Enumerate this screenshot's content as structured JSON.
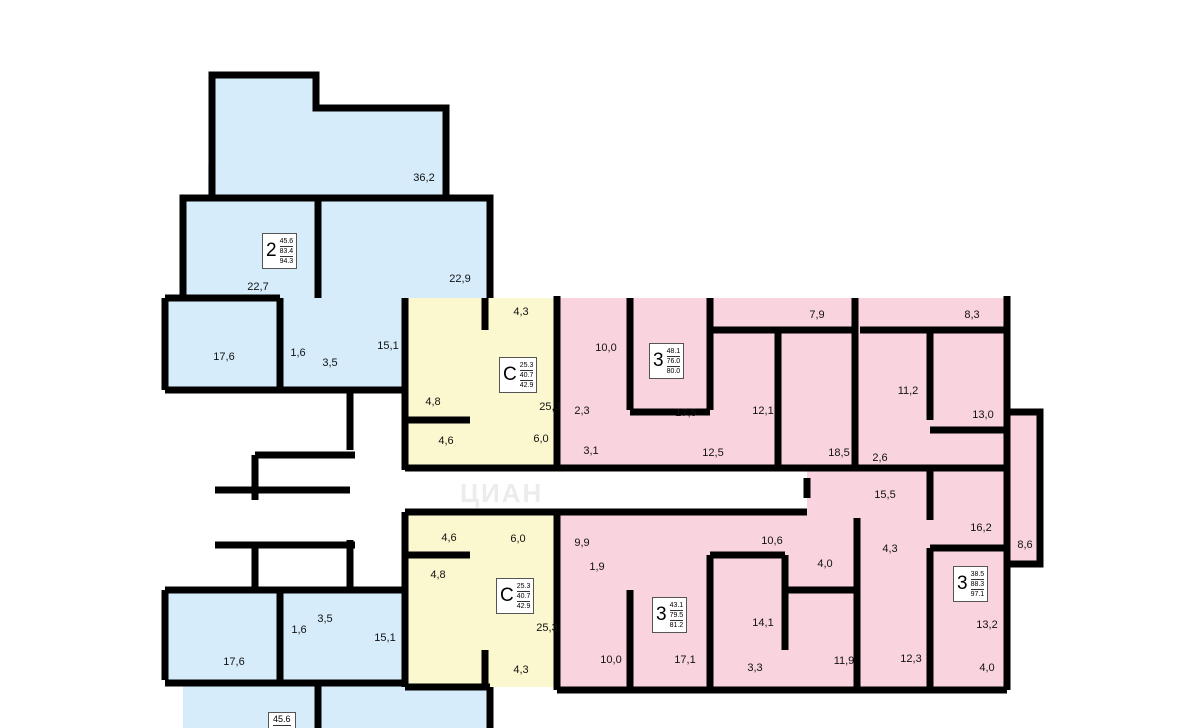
{
  "colors": {
    "two_room": "#d6ecfb",
    "studio": "#fbf8cf",
    "three_room": "#f9d4de",
    "wall": "#000000"
  },
  "watermark": "ЦИАН",
  "top": {
    "blue": {
      "rooms": [
        "36,2",
        "22,7",
        "22,9",
        "17,6",
        "1,6",
        "3,5",
        "15,1"
      ],
      "box": {
        "rooms": "2",
        "living": "45.6",
        "total": "83.4",
        "full": "94.3"
      }
    },
    "studio": {
      "rooms": [
        "4,3",
        "25,3",
        "4,8",
        "4,6",
        "6,0"
      ],
      "box": {
        "rooms": "С",
        "living": "25.3",
        "total": "40.7",
        "full": "42.9"
      }
    },
    "pink": {
      "rooms": [
        "10,0",
        "17,5",
        "2,3",
        "3,1",
        "12,5",
        "12,1",
        "7,9",
        "18,5",
        "8,3",
        "11,2",
        "13,0",
        "2,6",
        "15,5",
        "16,2",
        "8,6"
      ],
      "box": {
        "rooms": "3",
        "living": "48.1",
        "total": "76.0",
        "full": "80.0"
      }
    }
  },
  "bottom": {
    "pink": {
      "rooms": [
        "9,9",
        "10,6",
        "1,9",
        "4,0",
        "4,3",
        "14,1",
        "10,0",
        "17,1",
        "3,3",
        "11,9",
        "12,3",
        "13,2",
        "4,0"
      ],
      "box_left": {
        "rooms": "3",
        "living": "43.1",
        "total": "79.5",
        "full": "81.2"
      },
      "box_right": {
        "rooms": "3",
        "living": "38.5",
        "total": "88.3",
        "full": "97.1"
      }
    },
    "studio": {
      "rooms": [
        "4,6",
        "6,0",
        "4,8",
        "25,3",
        "4,3"
      ],
      "box": {
        "rooms": "С",
        "living": "25.3",
        "total": "40.7",
        "full": "42.9"
      }
    },
    "blue": {
      "rooms": [
        "17,6",
        "1,6",
        "3,5",
        "15,1"
      ],
      "box": {
        "living": "45.6"
      }
    }
  }
}
